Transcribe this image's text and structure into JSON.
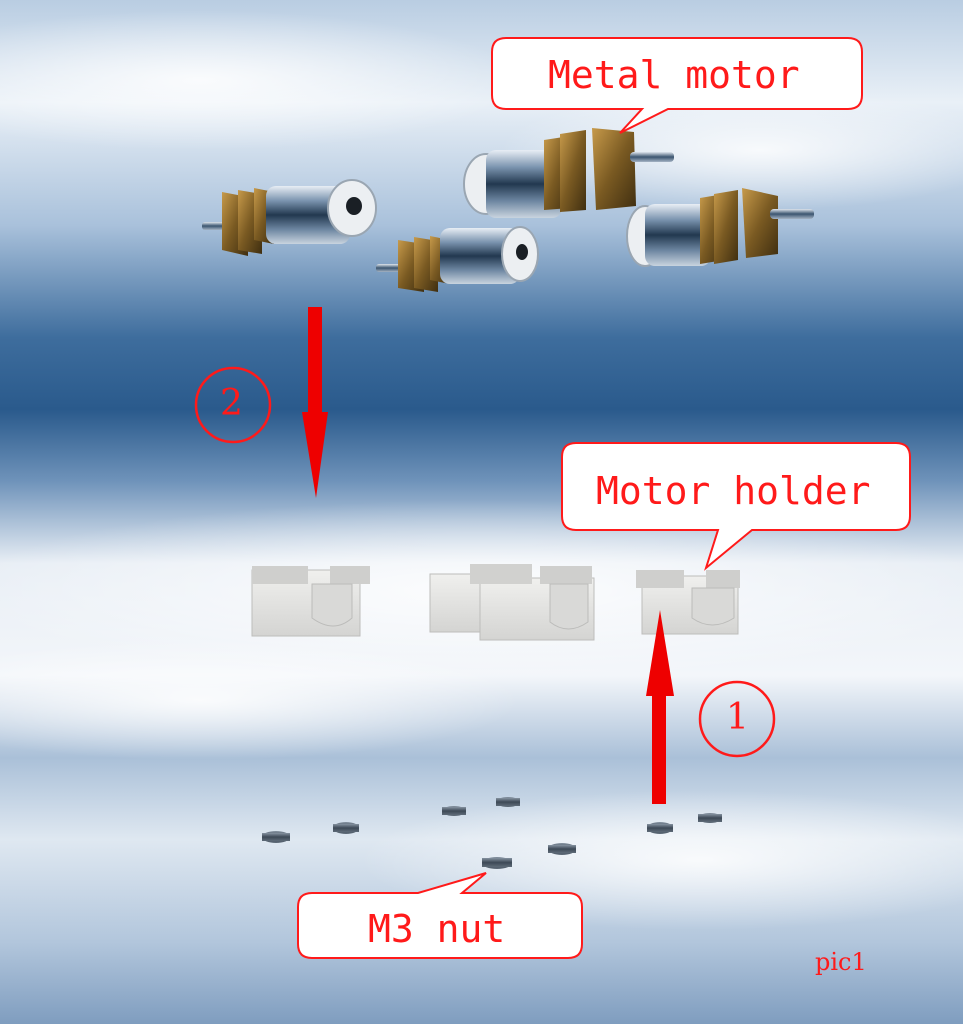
{
  "labels": {
    "metal_motor": "Metal motor",
    "motor_holder": "Motor holder",
    "m3_nut": "M3 nut",
    "step_one": "1",
    "step_two": "2",
    "figure": "pic1"
  },
  "colors": {
    "annotation": "#ff1a1a",
    "arrow": "#ee0000",
    "sky_top": "#c9d9ea",
    "sky_band": "#2f5f93",
    "holder": "#e4e4e2",
    "motor_body": "#4a6a8a",
    "gear_brass": "#8a6a2a",
    "nut": "#4c5663"
  }
}
